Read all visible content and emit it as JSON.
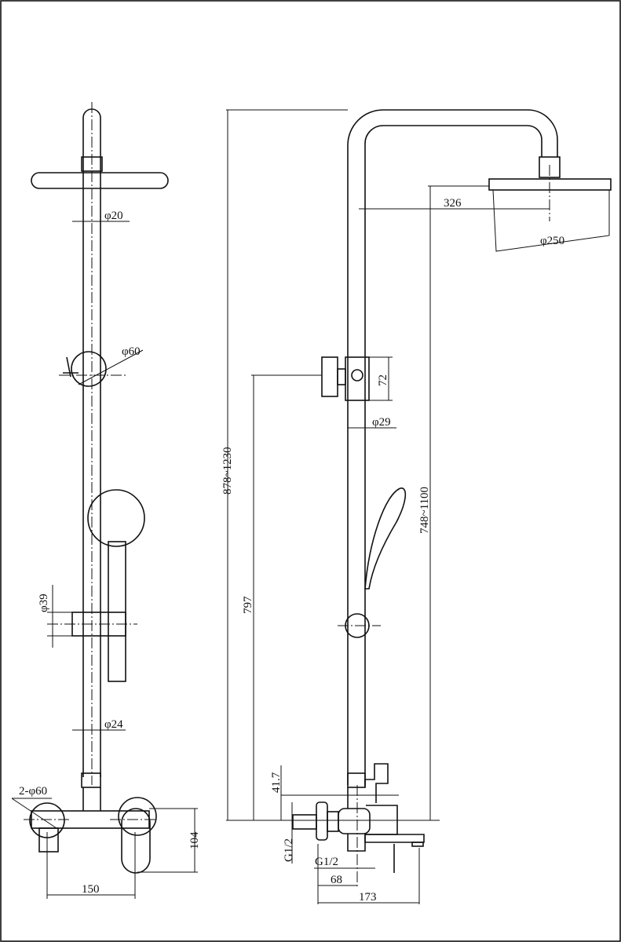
{
  "front_view": {
    "rod_diameter": "φ20",
    "holder_diameter": "φ60",
    "slider_diameter": "φ39",
    "lower_rod_diameter": "φ24",
    "flange_diameter": "2-φ60",
    "mixer_height": "104",
    "mixer_centers": "150"
  },
  "side_view": {
    "arm_reach": "326",
    "head_diameter": "φ250",
    "holder_height": "72",
    "holder_rod_diameter": "φ29",
    "total_height": "878~1230",
    "holder_height_from_base": "797",
    "head_height": "748~1100",
    "mixer_offset": "41.7",
    "inlet_thread": "G1/2",
    "outlet_thread": "G1/2",
    "wall_to_center": "68",
    "spout_reach": "173"
  }
}
